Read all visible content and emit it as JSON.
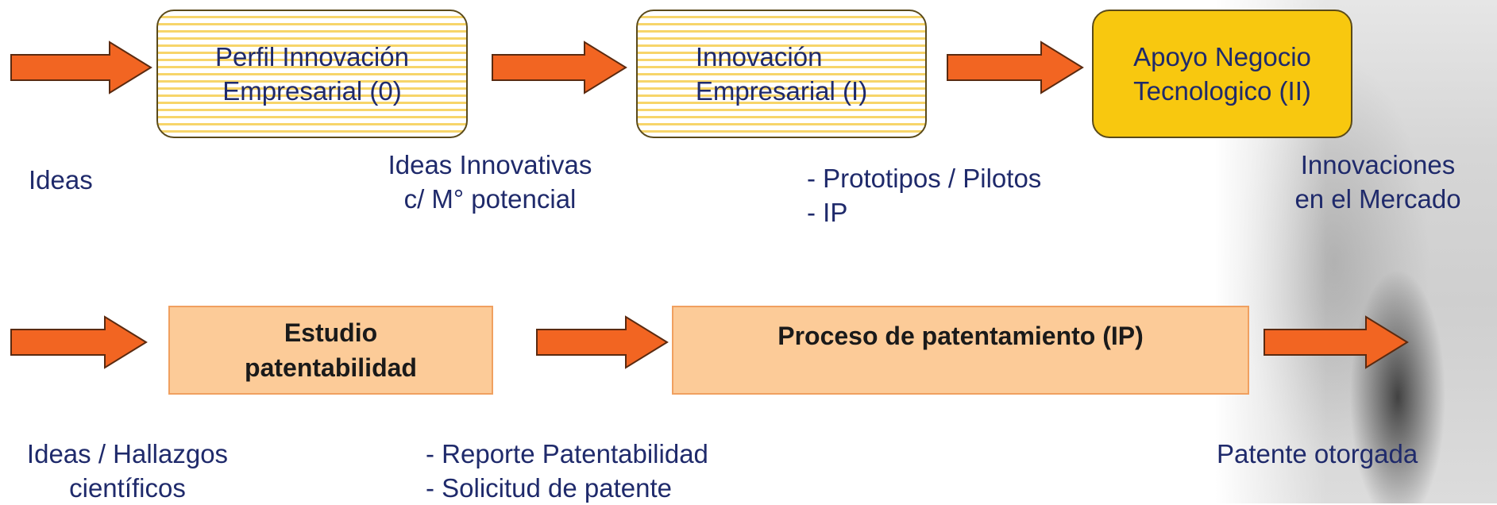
{
  "row1": {
    "box1": {
      "line1": "Perfil Innovación",
      "line2": "Empresarial (0)"
    },
    "box2": {
      "line1": "Innovación",
      "line2": "Empresarial (I)"
    },
    "box3": {
      "line1": "Apoyo Negocio",
      "line2": "Tecnologico (II)"
    },
    "label_ideas": "Ideas",
    "label_innovativas": {
      "line1": "Ideas Innovativas",
      "line2": "c/ M° potencial"
    },
    "label_prototipos": {
      "line1": "- Prototipos / Pilotos",
      "line2": "- IP"
    },
    "label_mercado": {
      "line1": "Innovaciones",
      "line2": "en el Mercado"
    }
  },
  "row2": {
    "box1": {
      "line1": "Estudio",
      "line2": "patentabilidad"
    },
    "box2": {
      "line1": "Proceso de patentamiento (IP)"
    },
    "label_hallazgos": {
      "line1": "Ideas / Hallazgos",
      "line2": "científicos"
    },
    "label_reporte": {
      "line1": "- Reporte Patentabilidad",
      "line2": "- Solicitud de patente"
    },
    "label_patente": "Patente otorgada"
  },
  "colors": {
    "arrow_fill": "#f26522",
    "arrow_stroke": "#5a2a10",
    "text": "#1f2a6b",
    "striped_box_line": "#f7d56a",
    "solid_box": "#f8c80f",
    "peach_box": "#fccb98"
  }
}
